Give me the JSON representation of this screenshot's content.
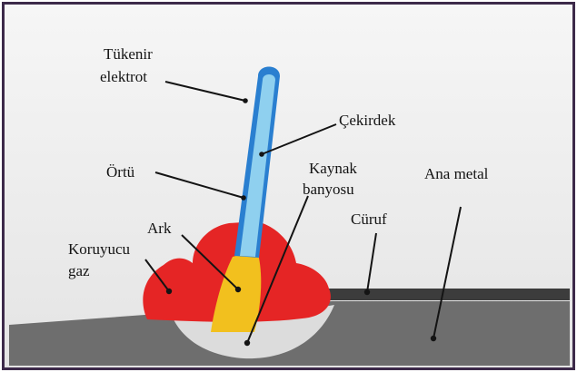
{
  "labels": {
    "consumable_electrode_line1": "Tükenir",
    "consumable_electrode_line2": "elektrot",
    "core": "Çekirdek",
    "coating": "Örtü",
    "weld_pool_line1": "Kaynak",
    "weld_pool_line2": "banyosu",
    "base_metal": "Ana metal",
    "slag": "Cüruf",
    "arc": "Ark",
    "shielding_gas_line1": "Koruyucu",
    "shielding_gas_line2": "gaz"
  },
  "colors": {
    "frame": "#3d2a4a",
    "background": "#ebebeb",
    "base_metal": "#6e6e6e",
    "slag": "#3c3c3c",
    "electrode_coating": "#2a7fd0",
    "electrode_core": "#8fd0ef",
    "shielding_gas": "#e52525",
    "arc": "#f2c01e",
    "weld_pool": "#dcdcdc",
    "leader": "#141414"
  }
}
